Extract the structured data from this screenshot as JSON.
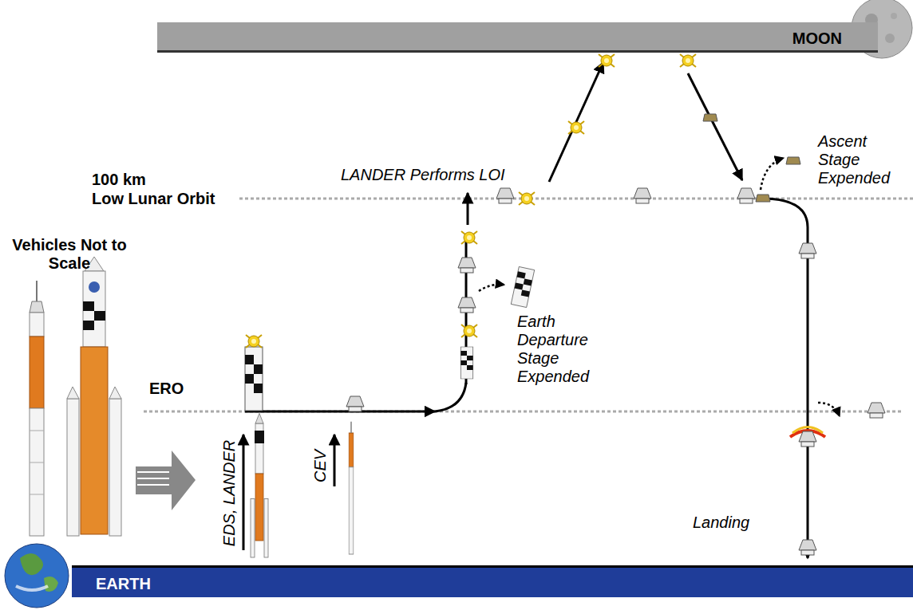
{
  "diagram": {
    "nodes": [
      {
        "text": [
          "MOON"
        ]
      },
      {
        "text": [
          "EARTH"
        ]
      }
    ],
    "labels": [
      "100 km",
      "Low Lunar Orbit",
      "LANDER Performs LOI",
      "Ascent Stage Expended",
      "Vehicles Not to Scale",
      "Earth Departure Stage Expended",
      "ERO",
      "EDS, LANDER",
      "CEV",
      "Landing"
    ]
  }
}
